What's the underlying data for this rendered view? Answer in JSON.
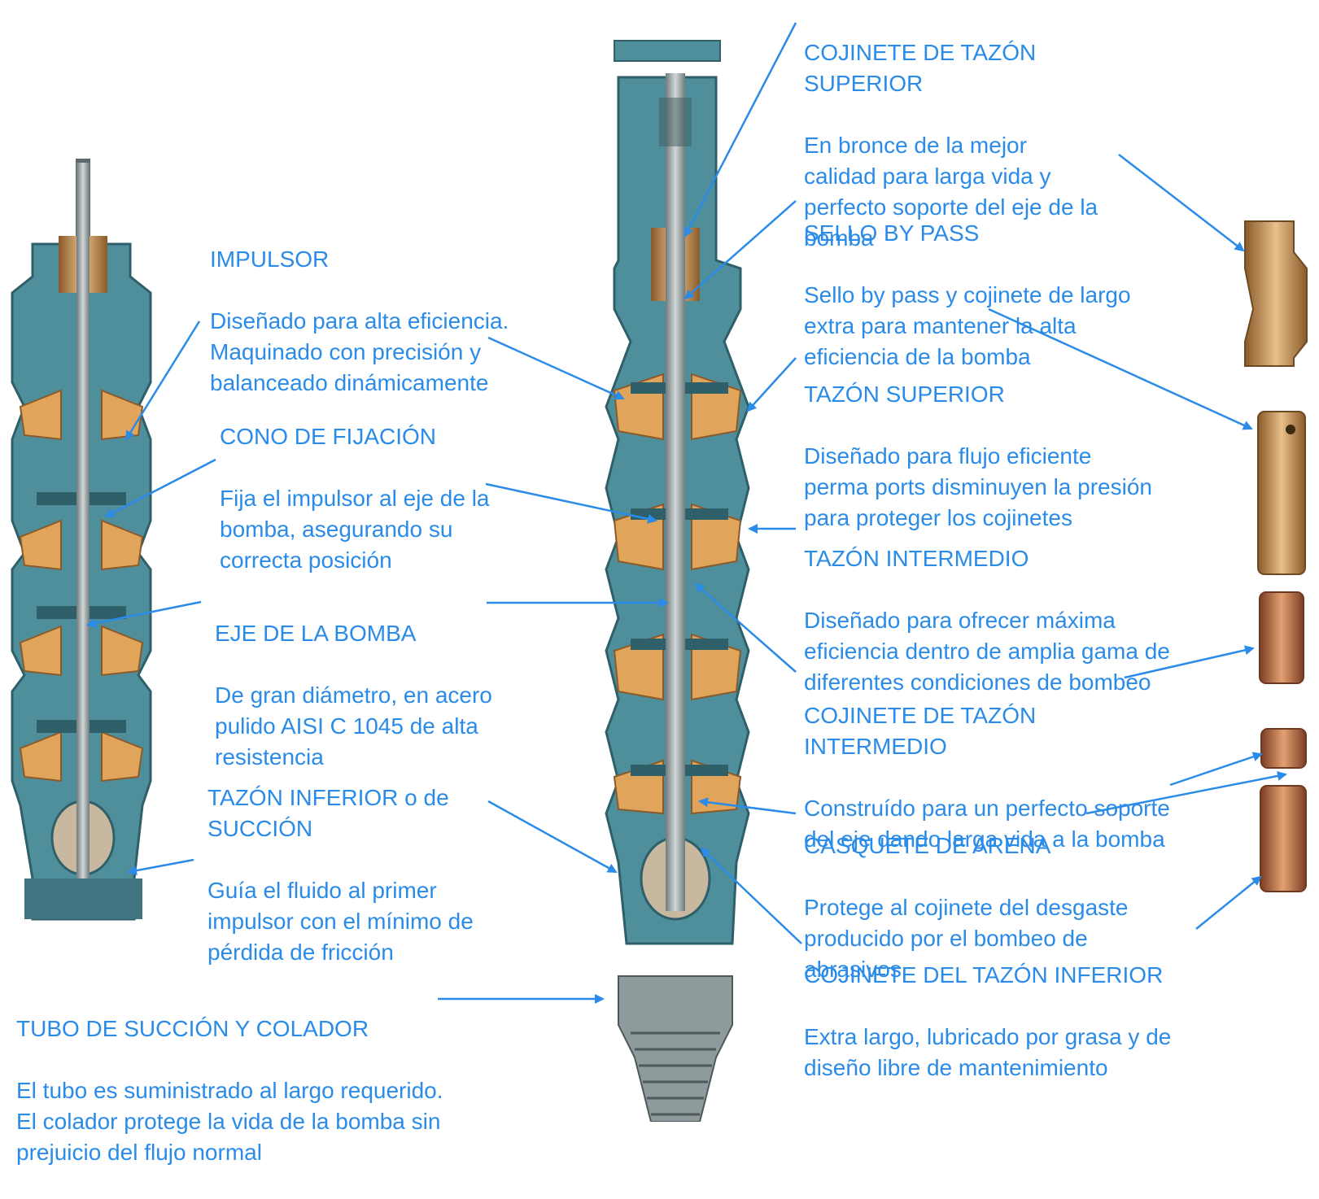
{
  "colors": {
    "label_text": "#2a8be8",
    "leader_line": "#2a8be8",
    "pump_casing": "#4f8f9c",
    "pump_casing_dark": "#2f5f68",
    "impeller_bronze": "#d9a15a",
    "bearing_bronze": "#c98a5a",
    "shaft": "#9aa6a8",
    "background": "#ffffff"
  },
  "labels": {
    "impulsor": {
      "title": "IMPULSOR",
      "desc": "Diseñado para alta eficiencia.\nMaquinado con precisión y\nbalanceado dinámicamente"
    },
    "cono": {
      "title": "CONO DE FIJACIÓN",
      "desc": "Fija el impulsor al eje de la\nbomba, asegurando su\ncorrecta posición"
    },
    "eje": {
      "title": "EJE DE LA BOMBA",
      "desc": "De gran diámetro, en acero\npulido AISI C 1045 de alta\nresistencia"
    },
    "tazon_inferior": {
      "title": "TAZÓN INFERIOR o  de\nSUCCIÓN",
      "desc": "Guía el fluido al primer\nimpulsor  con el mínimo de\npérdida de fricción"
    },
    "tubo": {
      "title": "TUBO DE SUCCIÓN Y COLADOR",
      "desc": "El tubo es suministrado al largo requerido.\nEl colador protege la vida de la bomba sin\nprejuicio del flujo normal"
    },
    "cojinete_superior": {
      "title": "COJINETE DE TAZÓN\nSUPERIOR",
      "desc": "En bronce de  la  mejor\ncalidad  para larga vida y\nperfecto soporte del eje de la\nbomba"
    },
    "sello": {
      "title": "SELLO BY PASS",
      "desc": "Sello by pass y cojinete de largo\nextra para mantener la alta\neficiencia de la bomba"
    },
    "tazon_superior": {
      "title": "TAZÓN SUPERIOR",
      "desc": "Diseñado para flujo eficiente\nperma ports disminuyen la presión\npara proteger los cojinetes"
    },
    "tazon_intermedio": {
      "title": "TAZÓN INTERMEDIO",
      "desc": "Diseñado para ofrecer máxima\neficiencia dentro de amplia gama de\ndiferentes condiciones de bombeo"
    },
    "cojinete_intermedio": {
      "title": "COJINETE DE TAZÓN\nINTERMEDIO",
      "desc": "Construído para un perfecto soporte\ndel eje dando larga vida a la bomba"
    },
    "casquete": {
      "title": "CASQUETE DE ARENA",
      "desc": "Protege al cojinete del desgaste\nproducido por el bombeo de\nabrasivos"
    },
    "cojinete_inferior": {
      "title": "COJINETE DEL TAZÓN INFERIOR",
      "desc": "Extra largo, lubricado por grasa y de\ndiseño libre de mantenimiento"
    }
  }
}
